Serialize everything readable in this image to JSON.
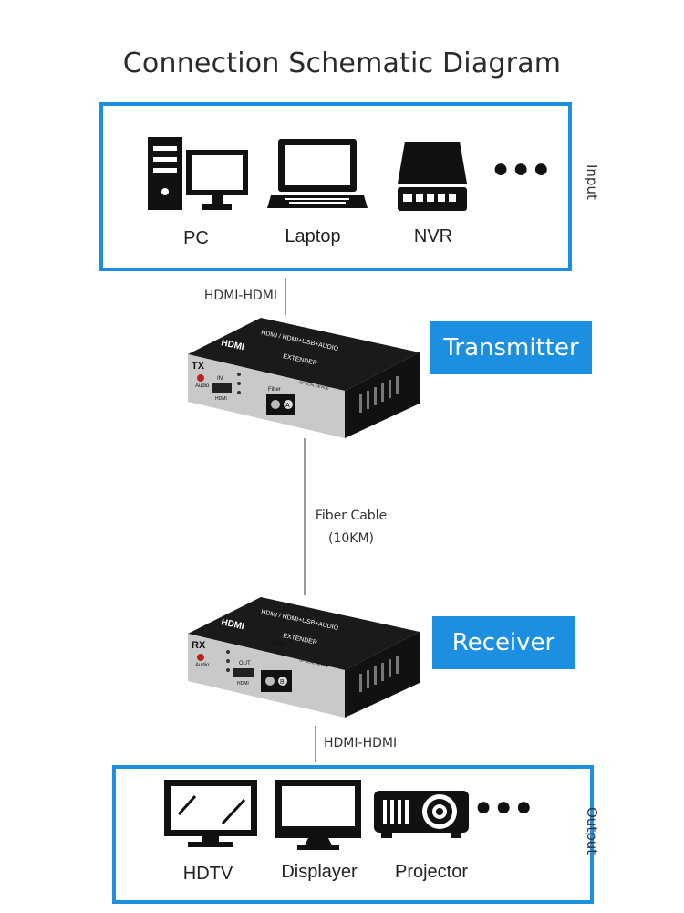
{
  "title": "Connection Schematic Diagram",
  "input": {
    "side_label": "Input",
    "devices": [
      {
        "label": "PC",
        "icon": "pc-icon"
      },
      {
        "label": "Laptop",
        "icon": "laptop-icon"
      },
      {
        "label": "NVR",
        "icon": "nvr-icon"
      }
    ],
    "more": "●●●"
  },
  "links": {
    "top": "HDMI-HDMI",
    "fiber_line1": "Fiber Cable",
    "fiber_line2": "(10KM)",
    "bottom": "HDMI-HDMI"
  },
  "transmitter": {
    "tag": "Transmitter",
    "unit": {
      "badge": "TX",
      "logo": "HDMI",
      "top_text": "HDMI / HDMI+USB+AUDIO",
      "extender": "EXTENDER",
      "device_text": "OPTICAL DEVICE",
      "audio": "Audio",
      "port": "IN",
      "port_sub": "HDMI",
      "fiber": "Fiber",
      "fiber_port": "A"
    }
  },
  "receiver": {
    "tag": "Receiver",
    "unit": {
      "badge": "RX",
      "logo": "HDMI",
      "top_text": "HDMI / HDMI+USB+AUDIO",
      "extender": "EXTENDER",
      "device_text": "OPTICAL DEVICE",
      "audio": "Audio",
      "port": "OUT",
      "port_sub": "HDMI",
      "fiber": "Fiber",
      "fiber_port": "B"
    }
  },
  "output": {
    "side_label": "Output",
    "devices": [
      {
        "label": "HDTV",
        "icon": "hdtv-icon"
      },
      {
        "label": "Displayer",
        "icon": "monitor-icon"
      },
      {
        "label": "Projector",
        "icon": "projector-icon"
      }
    ],
    "more": "●●●"
  },
  "colors": {
    "accent": "#1d8fe0",
    "device_body": "#1a1a1a",
    "device_panel": "#c9c9c9"
  }
}
